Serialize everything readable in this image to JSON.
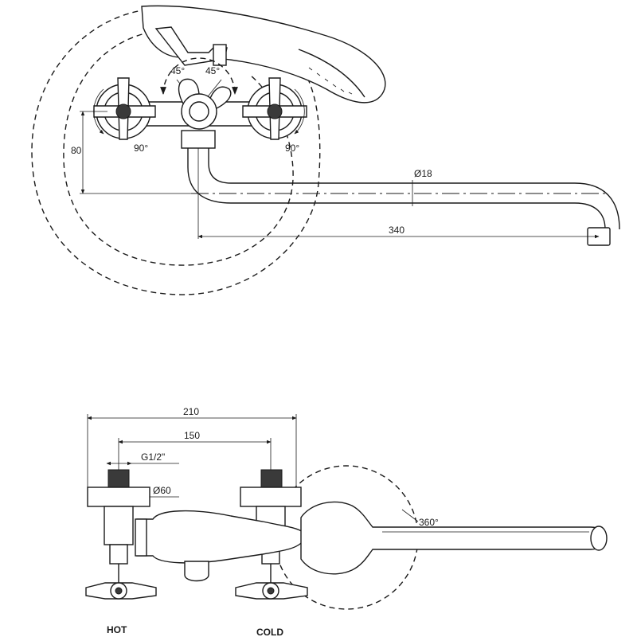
{
  "top_view": {
    "angle_left": "45°",
    "angle_right": "45°",
    "handle_rotation_left": "90°",
    "handle_rotation_right": "90°",
    "height_dim": "80",
    "spout_diameter": "Ø18",
    "spout_reach": "340"
  },
  "front_view": {
    "overall_width": "210",
    "center_distance": "150",
    "thread": "G1/2\"",
    "flange_diameter": "Ø60",
    "swivel": "360°",
    "label_hot": "HOT",
    "label_cold": "COLD"
  }
}
